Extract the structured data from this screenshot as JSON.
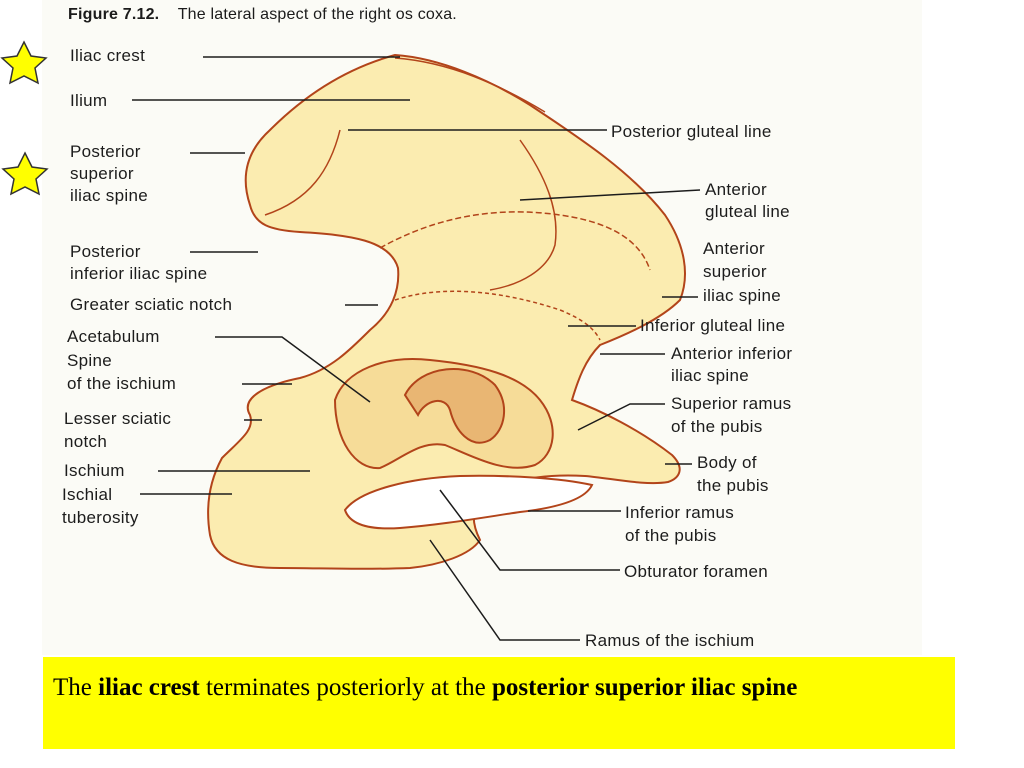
{
  "figure": {
    "number": "Figure 7.12.",
    "title": "The lateral aspect of the right os coxa."
  },
  "labels_left": [
    "Iliac crest",
    "Ilium",
    "Posterior",
    "superior",
    "iliac spine",
    "Posterior",
    "inferior iliac spine",
    "Greater sciatic notch",
    "Acetabulum",
    "Spine",
    "of the ischium",
    "Lesser sciatic",
    "notch",
    "Ischium",
    "Ischial",
    "tuberosity"
  ],
  "labels_right": [
    "Posterior gluteal line",
    "Anterior",
    "gluteal line",
    "Anterior",
    "superior",
    "iliac spine",
    "Inferior gluteal line",
    "Anterior inferior",
    "iliac spine",
    "Superior ramus",
    "of the pubis",
    "Body of",
    "the pubis",
    "Inferior ramus",
    "of the pubis",
    "Obturator foramen",
    "Ramus of the ischium"
  ],
  "caption": {
    "t1": "The ",
    "b1": "iliac crest",
    "t2": " terminates posteriorly at the ",
    "b2": "posterior superior iliac spine"
  },
  "colors": {
    "bone_fill": "#fbecb0",
    "bone_outline": "#b2441a",
    "caption_bg": "#ffff00",
    "star_fill": "#ffff00"
  }
}
